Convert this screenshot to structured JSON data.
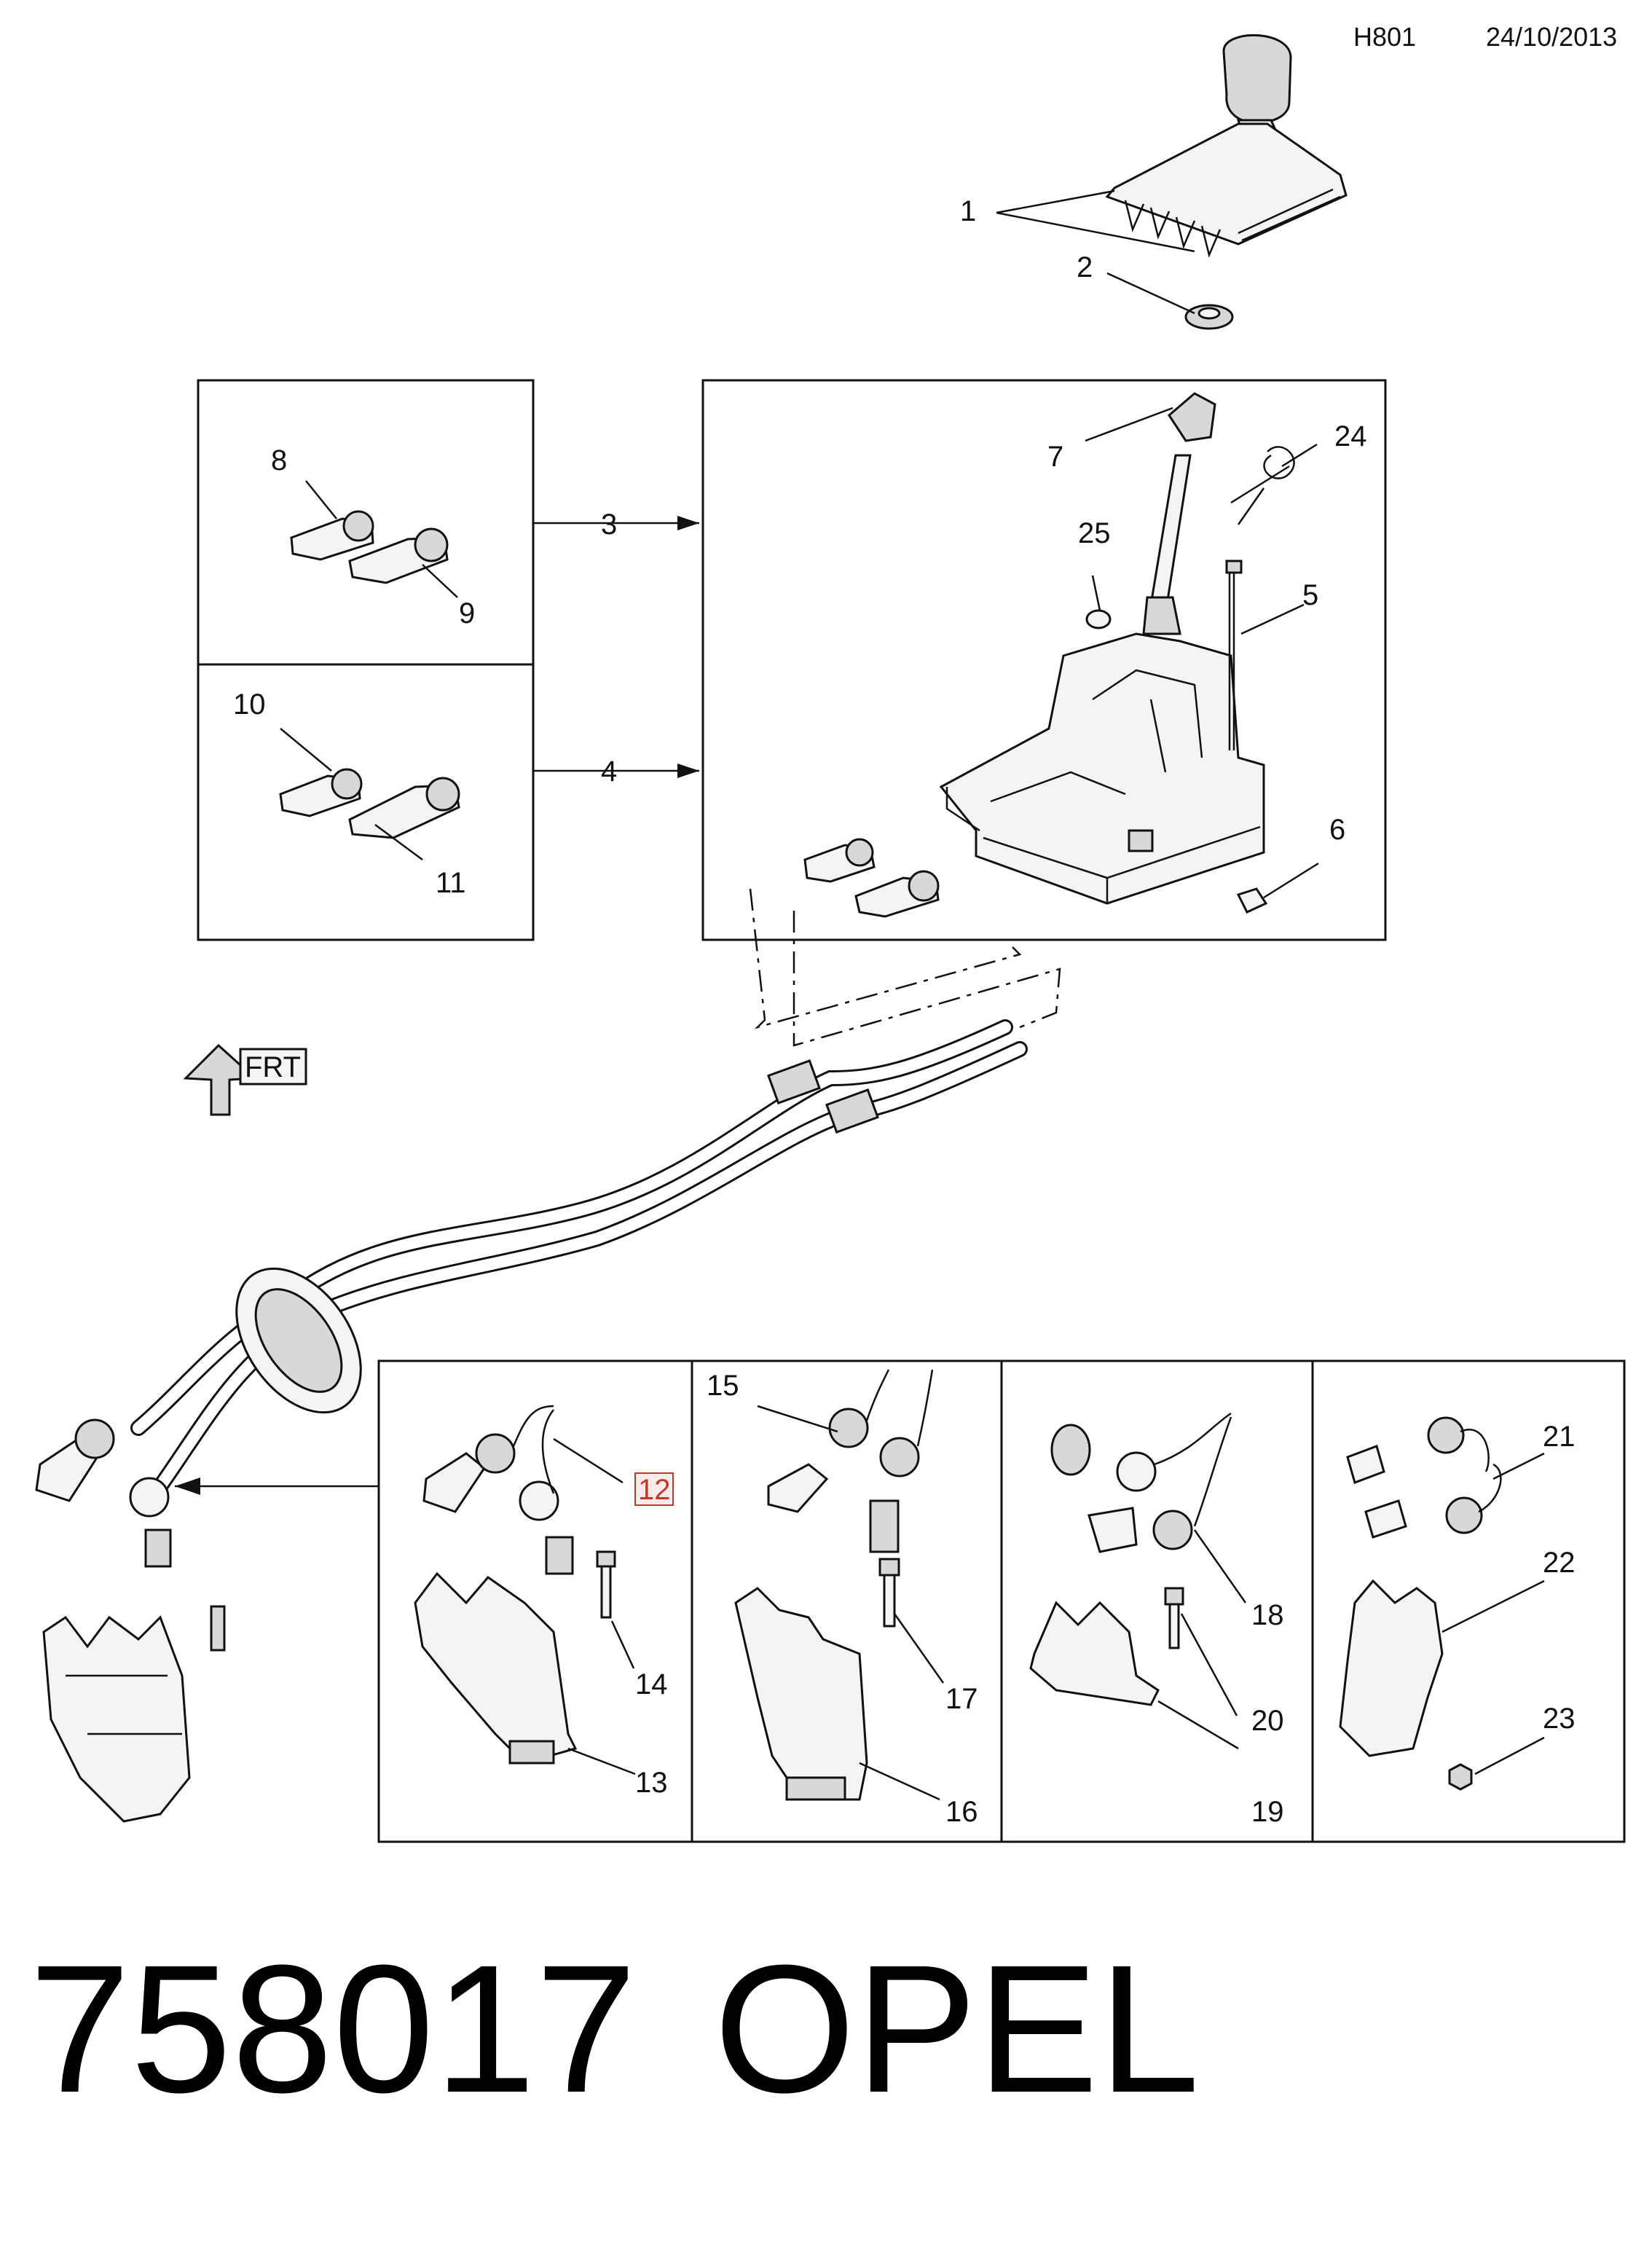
{
  "header": {
    "code": "H801",
    "date": "24/10/2013"
  },
  "footer": {
    "part_number": "758017",
    "brand": "OPEL"
  },
  "callouts": [
    "1",
    "2",
    "3",
    "4",
    "5",
    "6",
    "7",
    "8",
    "9",
    "10",
    "11",
    "12",
    "13",
    "14",
    "15",
    "16",
    "17",
    "18",
    "19",
    "20",
    "21",
    "22",
    "23",
    "24",
    "25"
  ],
  "direction_label": "FRT",
  "highlight_color": "#c0392b"
}
